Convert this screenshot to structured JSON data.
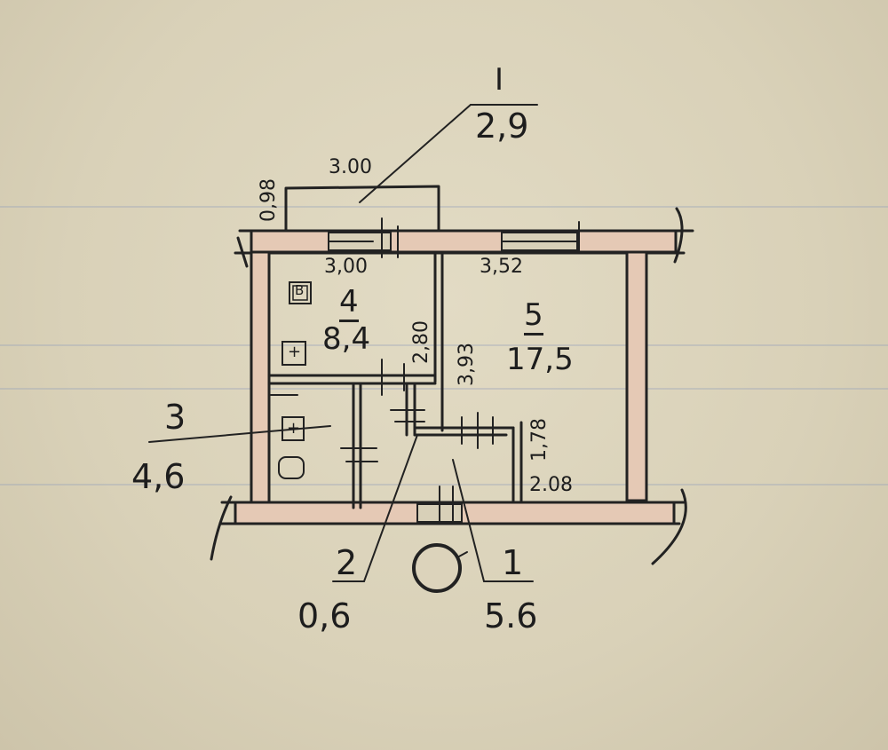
{
  "plan": {
    "balcony": {
      "number": "I",
      "area": "2,9",
      "width": "3.00",
      "depth": "0,98"
    },
    "rooms": [
      {
        "number": "1",
        "area": "5.6"
      },
      {
        "number": "2",
        "area": "0,6"
      },
      {
        "number": "3",
        "area": "4,6"
      },
      {
        "number": "4",
        "area": "8,4"
      },
      {
        "number": "5",
        "area": "17,5"
      }
    ],
    "dims": {
      "kitchen_width": "3,00",
      "kitchen_depth": "2,80",
      "living_width": "3,52",
      "living_depth": "3,93",
      "hall_depth": "1,78",
      "hall_width": "2.08"
    },
    "fixtures": {
      "stove_mark": "B",
      "sink_mark": "+",
      "bath_mark": "+"
    }
  }
}
